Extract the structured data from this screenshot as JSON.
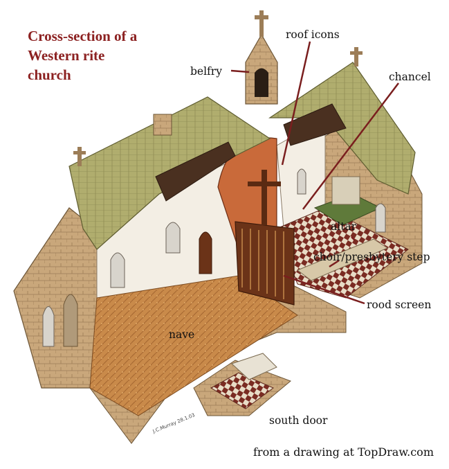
{
  "title": {
    "line1": "Cross-section of a",
    "line2": "Western rite",
    "line3": "church"
  },
  "labels": {
    "belfry": "belfry",
    "roof_icons": "roof icons",
    "chancel": "chancel",
    "altar": "altar",
    "choir_step": "choir/presbytery step",
    "rood_screen": "rood screen",
    "nave": "nave",
    "south_door": "south door"
  },
  "credit": "from a drawing at TopDraw.com",
  "signature": "J.C.Murray 28.1.03",
  "colors": {
    "title": "#8c2121",
    "leader_line": "#7a1e1e",
    "roof": "#b0ad6e",
    "stone": "#c9a77b",
    "wall": "#f3eee4",
    "floor": "#c98a4a",
    "wood": "#6b3318"
  }
}
